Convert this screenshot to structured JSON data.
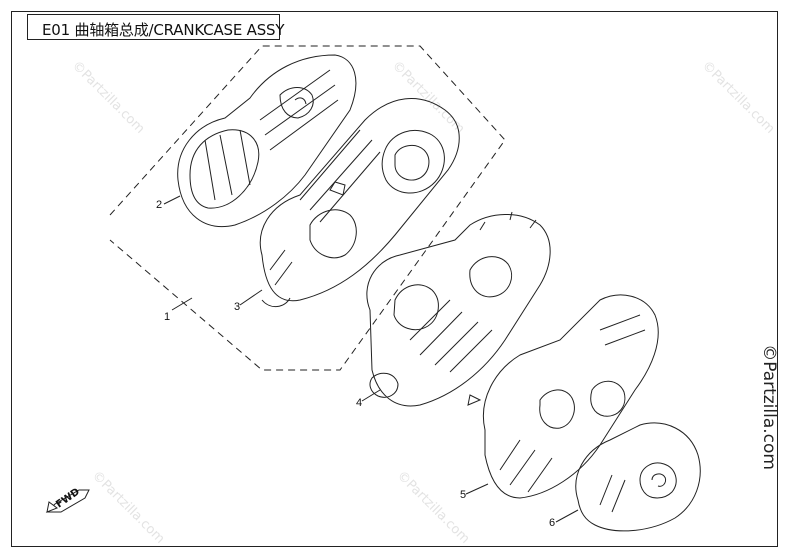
{
  "title": "E01 曲轴箱总成/CRANKCASE ASSY",
  "callouts": [
    "1",
    "2",
    "3",
    "4",
    "5",
    "6"
  ],
  "fwd_label": "FWD",
  "watermark": "©Partzilla.com",
  "side_watermark": "©Partzilla.com",
  "colors": {
    "line": "#222222",
    "watermark": "#e3e3e3"
  }
}
